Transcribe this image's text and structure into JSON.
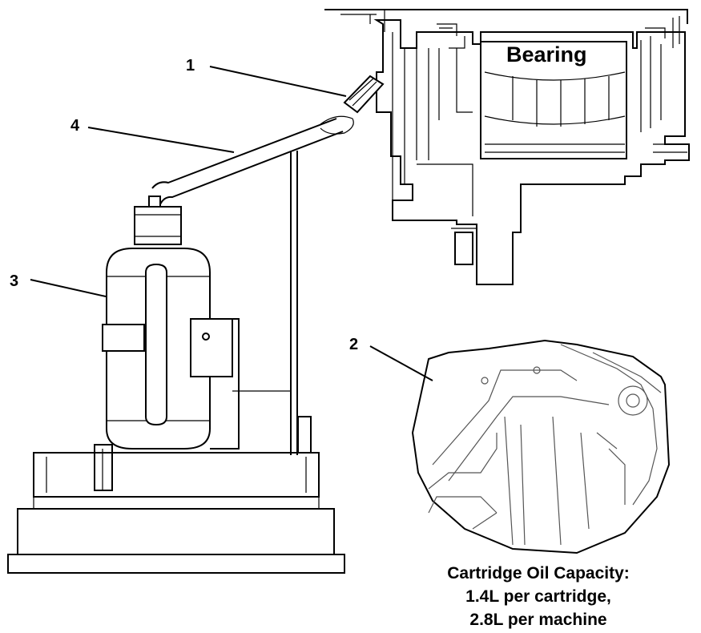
{
  "labels": {
    "bearing": "Bearing",
    "callout_1": "1",
    "callout_2": "2",
    "callout_3": "3",
    "callout_4": "4"
  },
  "caption": {
    "line1": "Cartridge Oil Capacity:",
    "line2": "1.4L per cartridge,",
    "line3": "2.8L per machine"
  }
}
